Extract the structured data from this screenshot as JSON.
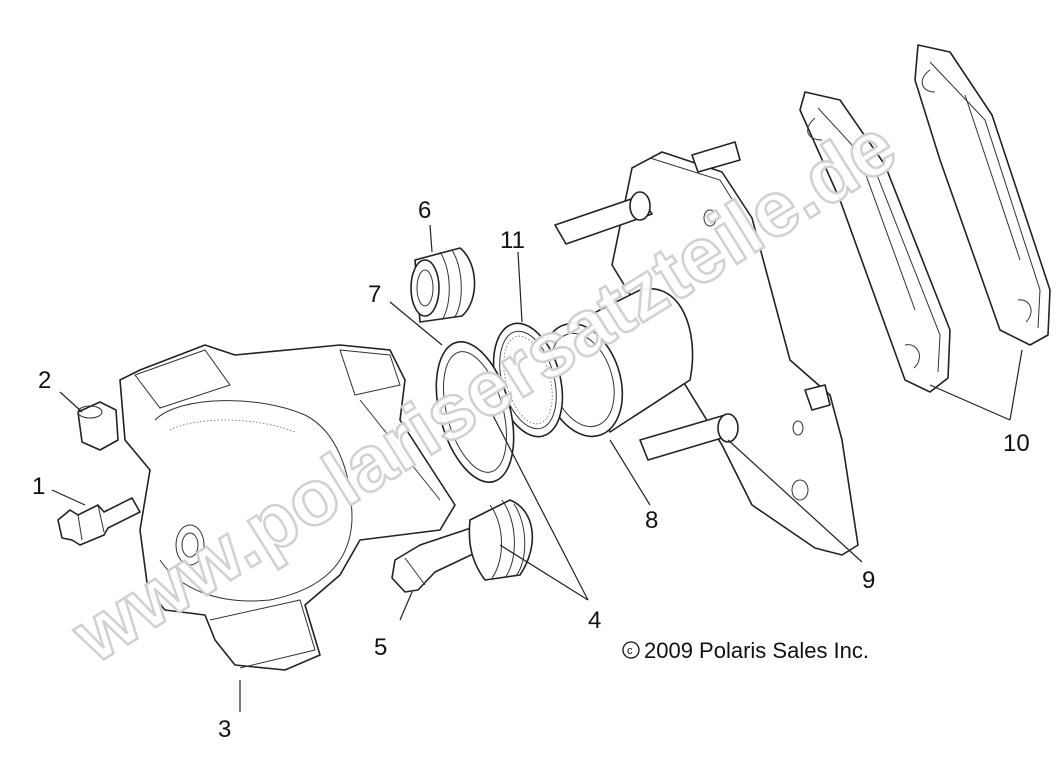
{
  "callouts": {
    "c1": "1",
    "c2": "2",
    "c3": "3",
    "c4": "4",
    "c5": "5",
    "c6": "6",
    "c7": "7",
    "c8": "8",
    "c9": "9",
    "c10": "10",
    "c11": "11"
  },
  "copyright": "2009 Polaris Sales Inc.",
  "copyright_symbol": "c",
  "watermark": "www.polarisersatzteile.de"
}
